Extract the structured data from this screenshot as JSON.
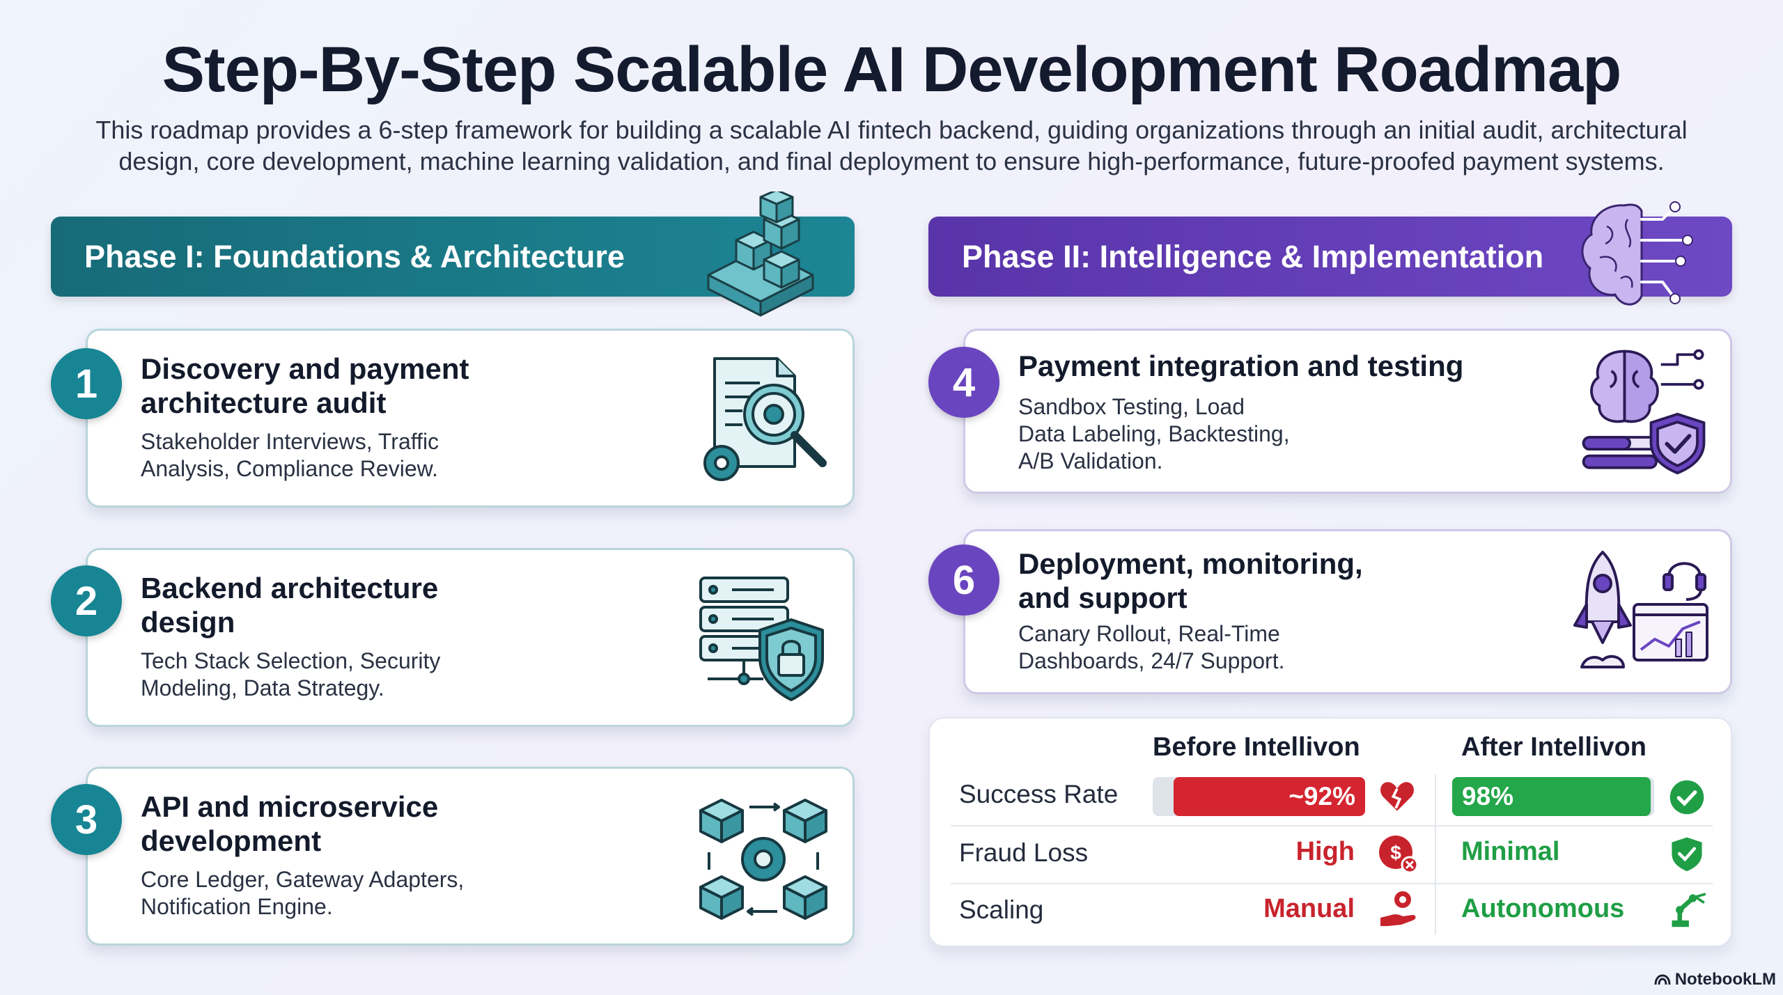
{
  "title": "Step-By-Step Scalable AI Development Roadmap",
  "subtitle": "This roadmap provides a 6-step framework for building a scalable AI fintech backend, guiding organizations through an initial audit, architectural design, core development, machine learning validation, and final deployment to ensure high-performance, future-proofed payment systems.",
  "phases": [
    {
      "label": "Phase I: Foundations & Architecture",
      "color": "#176b78",
      "icon": "cubes-platform-icon"
    },
    {
      "label": "Phase II: Intelligence & Implementation",
      "color": "#5934a9",
      "icon": "circuit-brain-icon"
    }
  ],
  "steps": [
    {
      "number": "1",
      "title_lines": [
        "Discovery and payment",
        "architecture audit"
      ],
      "desc_lines": [
        "Stakeholder Interviews, Traffic",
        "Analysis, Compliance Review."
      ],
      "icon": "document-magnifier-gear-icon"
    },
    {
      "number": "2",
      "title_lines": [
        "Backend architecture",
        "design"
      ],
      "desc_lines": [
        "Tech Stack Selection, Security",
        "Modeling, Data Strategy."
      ],
      "icon": "server-shield-lock-icon"
    },
    {
      "number": "3",
      "title_lines": [
        "API and microservice",
        "development"
      ],
      "desc_lines": [
        "Core Ledger, Gateway Adapters,",
        "Notification Engine."
      ],
      "icon": "microservice-cubes-gear-icon"
    },
    {
      "number": "4",
      "title_lines": [
        "Payment integration and testing"
      ],
      "desc_lines": [
        "Sandbox Testing, Load",
        "Data Labeling, Backtesting,",
        "A/B Validation."
      ],
      "icon": "brain-shield-check-icon"
    },
    {
      "number": "6",
      "title_lines": [
        "Deployment, monitoring,",
        "and support"
      ],
      "desc_lines": [
        "Canary Rollout, Real-Time",
        "Dashboards, 24/7 Support."
      ],
      "icon": "rocket-dashboard-headset-icon"
    }
  ],
  "comparison": {
    "before_header": "Before Intellivon",
    "after_header": "After Intellivon",
    "rows": [
      {
        "label": "Success Rate",
        "before": "~92%",
        "before_fill": 0.92,
        "after": "98%",
        "after_fill": 0.98,
        "before_icon": "broken-heart-icon",
        "after_icon": "check-circle-icon"
      },
      {
        "label": "Fraud Loss",
        "before": "High",
        "after": "Minimal",
        "before_icon": "dollar-x-icon",
        "after_icon": "shield-check-icon"
      },
      {
        "label": "Scaling",
        "before": "Manual",
        "after": "Autonomous",
        "before_icon": "hand-gear-icon",
        "after_icon": "robot-arm-icon"
      }
    ],
    "colors": {
      "bad": "#c8232c",
      "good": "#1f9e45"
    }
  },
  "brand": "NotebookLM"
}
